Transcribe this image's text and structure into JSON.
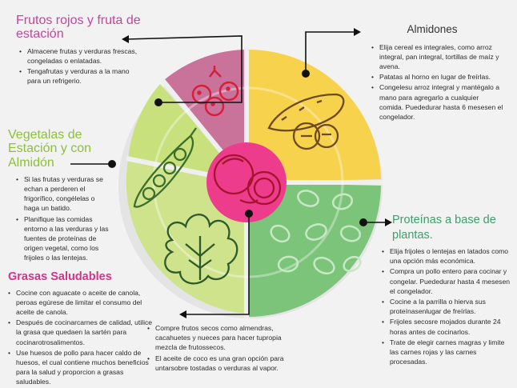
{
  "sections": {
    "frutos": {
      "title": "Frutos rojos y fruta de estación",
      "items": [
        "Almacene frutas y verduras frescas, congeladas o enlatadas.",
        "Tengafrutas y verduras a la mano para un refrigerio."
      ]
    },
    "vegetales": {
      "title": "Vegetalas de Estación y con Almidón",
      "items": [
        "Si las frutas y verduras se echan a perderen el frigorífico, congélelas o haga un batido.",
        "Planifique las comidas entorno a las verduras y las fuentes de proteínas de origen vegetal, como los frijoles o las lentejas."
      ]
    },
    "grasas": {
      "title": "Grasas Saludables",
      "items": [
        "Cocine con aguacate o aceite de canola, peroas egúrese de limitar el consumo del aceite de canola.",
        "Después de cocinarcarnes de calidad, utilice la grasa que quedaen la sartén para cocinarotrosalimentos.",
        "Use huesos de pollo para hacer caldo de huesos, el cual contiene muchos beneficios para la salud y proporcion a grasas saludables."
      ]
    },
    "center": {
      "items": [
        "Compre frutos secos como almendras, cacahuetes y nueces para hacer tupropia mezcla de frutossecos.",
        "El aceite de coco es una gran opción para untarsobre tostadas o verduras al vapor."
      ]
    },
    "almidones": {
      "title": "Almidones",
      "items": [
        "Elija cereal es integrales, como arroz integral, pan integral, tortillas de maíz y avena.",
        "Patatas al horno en lugar de freírlas.",
        "Congelesu arroz integral y mantégalo a mano para agregarlo a cualquier comida. Puededurar hasta 6 mesesen el congelador."
      ]
    },
    "proteinas": {
      "title": "Proteínas a base de plantas.",
      "items": [
        "Elija frijoles o lentejas en latados como una opción más económica.",
        "Compra un pollo entero para cocinar y congelar. Puededurar hasta 4 mesesen el congelador.",
        "Cocine a la parrilla o hierva sus proteínasenlugar de freírlas.",
        "Frijoles secosre mojados durante 24 horas antes de cocinarlos.",
        "Trate de elegir carnes magras y limite las carnes rojas y las carnes procesadas."
      ]
    }
  },
  "colors": {
    "frutos": "#c9739b",
    "vegetales": "#c9e17c",
    "almidones": "#f7d24c",
    "proteinas": "#7cc47a",
    "grasas": "#cfe38c",
    "center": "#ee3c8c"
  },
  "icons": [
    "berries-icon",
    "pea-pod-icon",
    "sweet-potato-icon",
    "beans-icon",
    "lettuce-icon",
    "coconut-icon"
  ]
}
